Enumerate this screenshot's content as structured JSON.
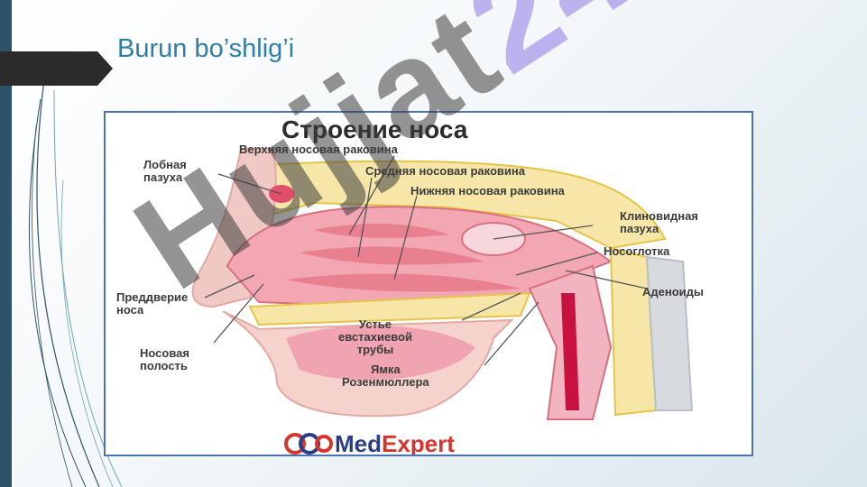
{
  "slide": {
    "title": "Burun bo’shlig’i"
  },
  "figure": {
    "title": "Строение носа",
    "labels": {
      "frontal_sinus": [
        "Лобная",
        "пазуха"
      ],
      "superior_concha": "Верхняя носовая раковина",
      "middle_concha": "Средняя носовая раковина",
      "inferior_concha": "Нижняя носовая раковина",
      "sphenoid_sinus": [
        "Клиновидная",
        "пазуха"
      ],
      "nasopharynx": "Носоглотка",
      "adenoids": "Аденоиды",
      "vestibule": [
        "Преддверие",
        "носа"
      ],
      "eustachian_orifice": [
        "Устье",
        "евстахиевой",
        "трубы"
      ],
      "nasal_cavity": [
        "Носовая",
        "полость"
      ],
      "rosenmuller_fossa": [
        "Ямка",
        "Розенмюллера"
      ]
    },
    "brand": {
      "med": "Med",
      "expert": "Expert"
    }
  },
  "watermark": {
    "main": "Hujjat",
    "accent": "24"
  },
  "colors": {
    "left_bar": "#2e5368",
    "title_text": "#2f7fa6",
    "frame_border": "#4a72b5",
    "brand_blue": "#2b3f86",
    "brand_red": "#d9342b"
  },
  "icons": [
    "title-arrow-icon",
    "medexpert-logo-icon"
  ]
}
